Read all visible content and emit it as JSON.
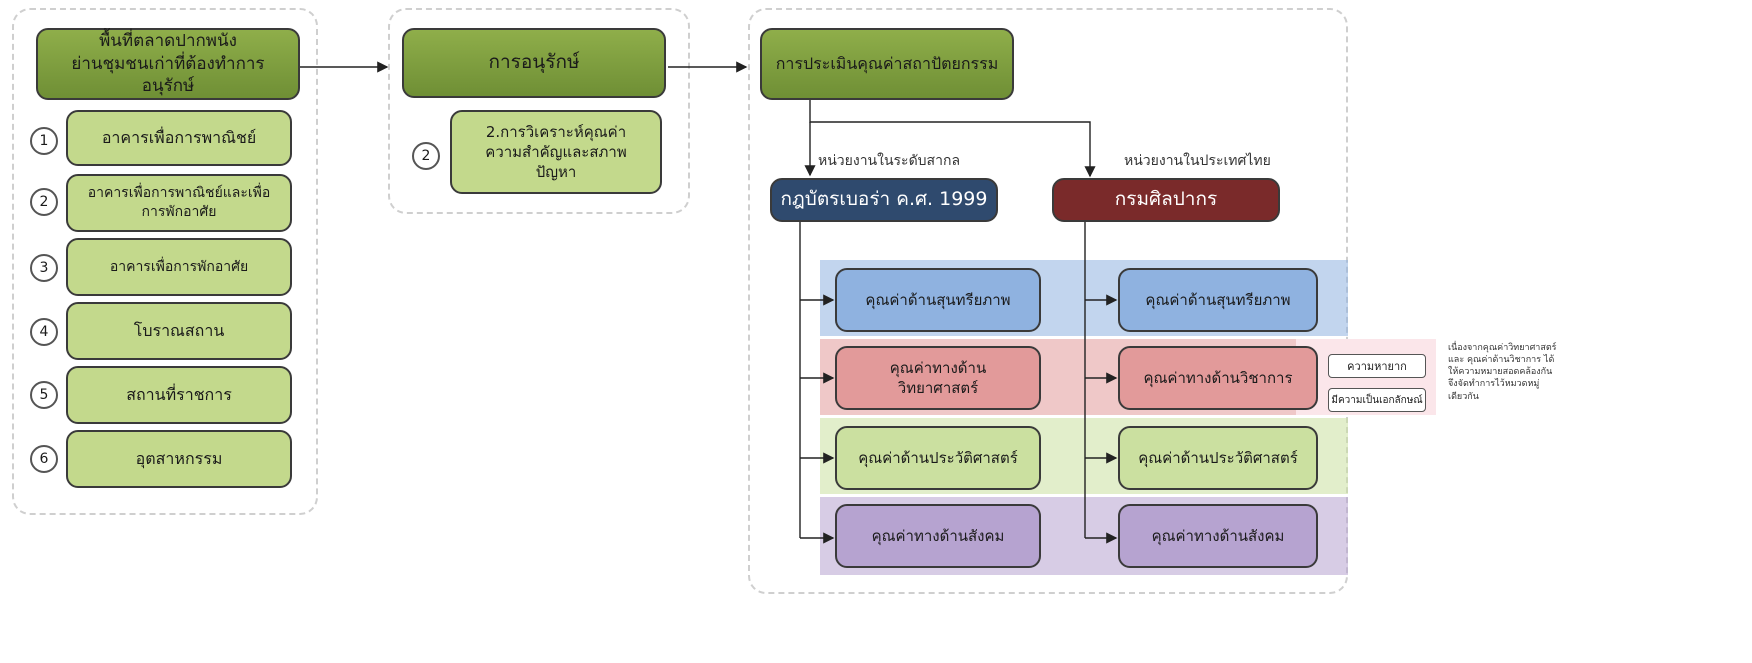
{
  "left": {
    "header": "พื้นที่ตลาดปากพนัง\nย่านชุมชนเก่าที่ต้องทำการอนุรักษ์",
    "items": [
      {
        "num": "1",
        "label": "อาคารเพื่อการพาณิชย์"
      },
      {
        "num": "2",
        "label": "อาคารเพื่อการพาณิชย์และเพื่อ\nการพักอาศัย"
      },
      {
        "num": "3",
        "label": "อาคารเพื่อการพักอาศัย"
      },
      {
        "num": "4",
        "label": "โบราณสถาน"
      },
      {
        "num": "5",
        "label": "สถานที่ราชการ"
      },
      {
        "num": "6",
        "label": "อุตสาหกรรม"
      }
    ]
  },
  "middle": {
    "header": "การอนุรักษ์",
    "num": "2",
    "item": "2.การวิเคราะห์คุณค่า\nความสำคัญและสภาพ\nปัญหา"
  },
  "right": {
    "header": "การประเมินคุณค่าสถาปัตยกรรม",
    "intl_label": "หน่วยงานในระดับสากล",
    "thai_label": "หน่วยงานในประเทศไทย",
    "intl_title": "กฎบัตรเบอร่า ค.ศ. 1999",
    "thai_title": "กรมศิลปากร",
    "intl_values": [
      "คุณค่าด้านสุนทรียภาพ",
      "คุณค่าทางด้าน\nวิทยาศาสตร์",
      "คุณค่าด้านประวัติศาสตร์",
      "คุณค่าทางด้านสังคม"
    ],
    "thai_values": [
      "คุณค่าด้านสุนทรียภาพ",
      "คุณค่าทางด้านวิชาการ",
      "คุณค่าด้านประวัติศาสตร์",
      "คุณค่าทางด้านสังคม"
    ],
    "tags": [
      "ความหายาก",
      "มีความเป็นเอกลักษณ์"
    ],
    "note": "เนื่องจากคุณค่าวิทยาศาสตร์\nและ คุณค่าด้านวิชาการ ได้\nให้ความหมายสอดคล้องกัน\nจึงจัดทำการไว้หมวดหมู่\nเดียวกัน"
  },
  "colors": {
    "header_green": "#7f9f3f",
    "item_green": "#c3d98c",
    "navy": "#2f4a6e",
    "maroon": "#7a2a2a",
    "blue": "#8fb2e0",
    "pink": "#e29a9a",
    "light_green": "#cbe0a0",
    "purple": "#b6a3d0"
  }
}
